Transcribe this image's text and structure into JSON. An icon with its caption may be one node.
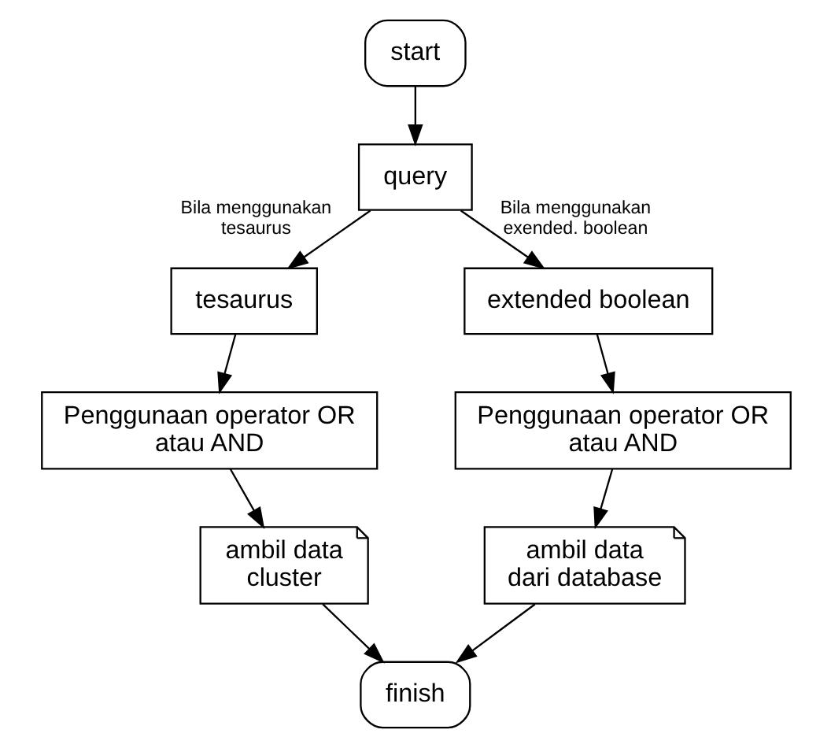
{
  "diagram": {
    "nodes": [
      {
        "text": [
          "start"
        ]
      },
      {
        "text": [
          "query"
        ]
      },
      {
        "text": [
          "tesaurus"
        ]
      },
      {
        "text": [
          "extended boolean"
        ]
      },
      {
        "text": [
          "Penggunaan operator OR atau AND"
        ]
      },
      {
        "text": [
          "Penggunaan operator OR atau AND"
        ]
      },
      {
        "text": [
          "ambil data cluster"
        ]
      },
      {
        "text": [
          "ambil data dari database"
        ]
      },
      {
        "text": [
          "finish"
        ]
      }
    ],
    "edges": [
      {
        "from": 0,
        "to": 1,
        "arrow": "to"
      },
      {
        "from": 1,
        "to": 2,
        "arrow": "to",
        "label": "Bila menggunakan tesaurus"
      },
      {
        "from": 1,
        "to": 3,
        "arrow": "to",
        "label": "Bila menggunakan exended. boolean"
      },
      {
        "from": 2,
        "to": 4,
        "arrow": "to"
      },
      {
        "from": 3,
        "to": 5,
        "arrow": "to"
      },
      {
        "from": 4,
        "to": 6,
        "arrow": "to"
      },
      {
        "from": 5,
        "to": 7,
        "arrow": "to"
      },
      {
        "from": 6,
        "to": 8,
        "arrow": "to"
      },
      {
        "from": 7,
        "to": 8,
        "arrow": "to"
      }
    ]
  }
}
